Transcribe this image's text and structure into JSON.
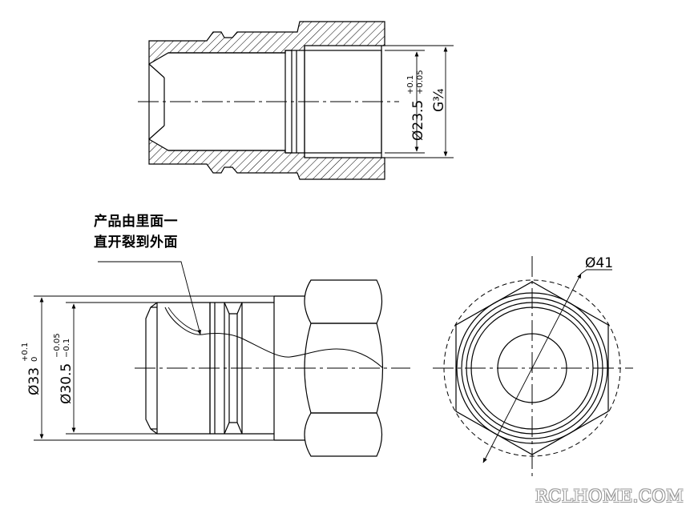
{
  "notes": {
    "line1": "产品由里面一",
    "line2": "直开裂到外面"
  },
  "dimensions": {
    "bore": {
      "prefix": "Ø23.5",
      "upper": "+0.1",
      "lower": "+0.05"
    },
    "thread": {
      "label": "G¾"
    },
    "od_outer": {
      "prefix": "Ø33",
      "upper": "+0.1",
      "lower": "0"
    },
    "od_inner": {
      "prefix": "Ø30.5",
      "upper": "−0.05",
      "lower": "−0.1"
    },
    "hex_across": {
      "label": "Ø41"
    }
  },
  "watermark": "RCLHOME.COM",
  "colors": {
    "line": "#000000",
    "hatch": "#000000",
    "background": "#ffffff"
  }
}
